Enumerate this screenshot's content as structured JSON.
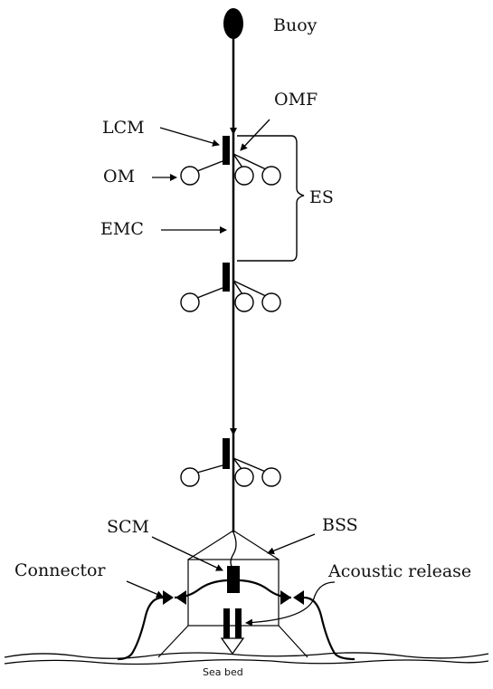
{
  "labels": {
    "buoy": "Buoy",
    "omf": "OMF",
    "lcm": "LCM",
    "om": "OM",
    "es": "ES",
    "emc": "EMC",
    "scm": "SCM",
    "bss": "BSS",
    "connector": "Connector",
    "acoustic_release": "Acoustic release",
    "sea_bed": "Sea bed"
  }
}
